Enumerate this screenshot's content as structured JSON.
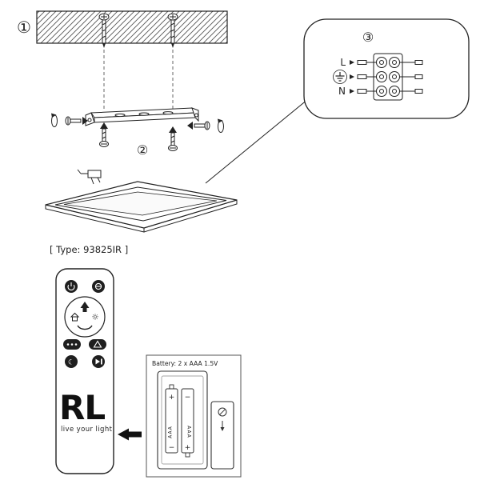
{
  "meta": {
    "description": "LED ceiling panel mounting and wiring instruction diagram",
    "ink_color": "#1a1a1a",
    "background": "#ffffff"
  },
  "steps": {
    "one": "①",
    "two": "②",
    "three": "③"
  },
  "wiring": {
    "live_label": "L",
    "neutral_label": "N",
    "earth_icon": "earth-ground-symbol"
  },
  "type_label": "[ Type: 93825IR ]",
  "remote": {
    "brand": "RL",
    "tagline": "live your light",
    "sun_glyph": "☼",
    "moon_glyph": "☾",
    "icons": {
      "power_on": "power-icon",
      "power_off": "standby-icon",
      "up": "arrow-up-icon",
      "scene": "house-icon",
      "bright": "sun-icon",
      "dim": "dim-curve-icon",
      "color_dots": "color-dots-icon",
      "triangle": "triangle-icon",
      "night": "moon-icon",
      "play_pause": "play-pause-icon"
    }
  },
  "battery": {
    "label": "Battery: 2 x AAA 1.5V",
    "size_text": "AAA",
    "plus": "+",
    "minus": "−"
  }
}
